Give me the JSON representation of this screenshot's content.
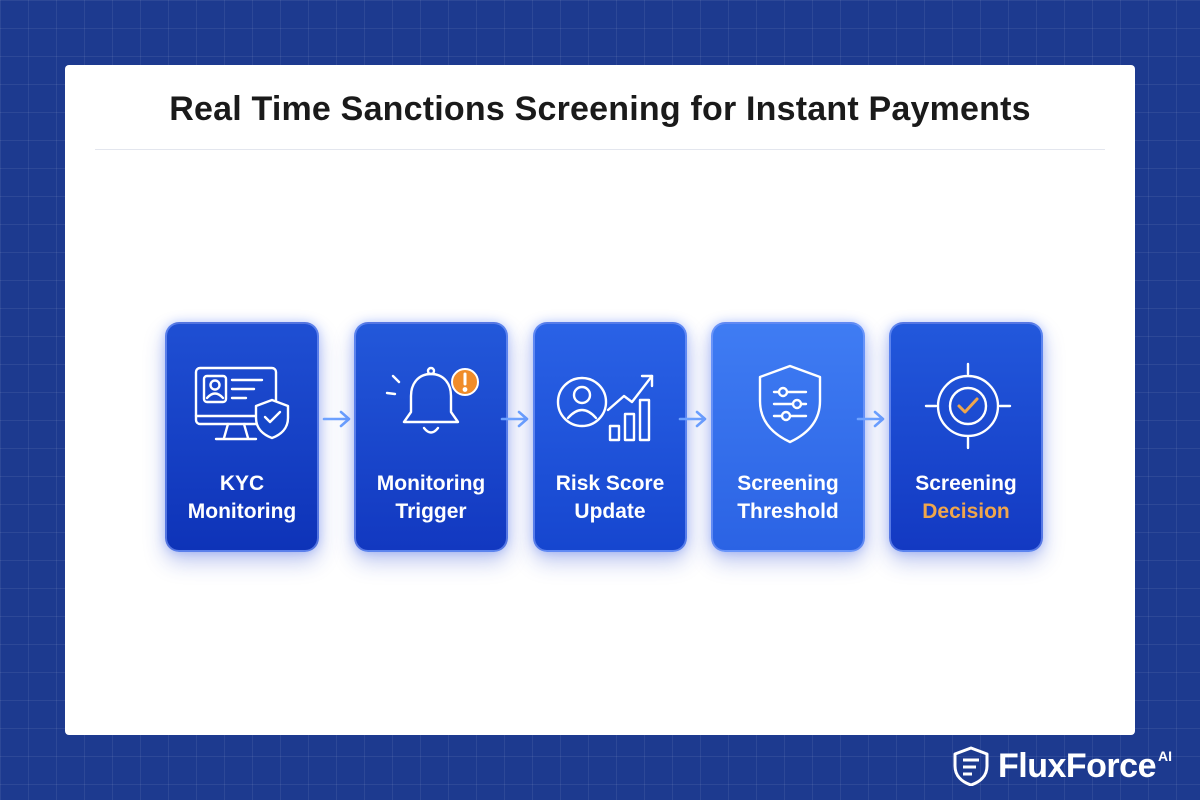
{
  "title": "Real Time Sanctions Screening for Instant Payments",
  "steps": [
    {
      "line1": "KYC",
      "line2": "Monitoring",
      "icon": "monitor-user-shield-icon"
    },
    {
      "line1": "Monitoring",
      "line2": "Trigger",
      "icon": "bell-alert-icon"
    },
    {
      "line1": "Risk Score",
      "line2": "Update",
      "icon": "user-growth-chart-icon"
    },
    {
      "line1": "Screening",
      "line2": "Threshold",
      "icon": "shield-sliders-icon"
    },
    {
      "line1": "Screening",
      "line2": "Decision",
      "icon": "target-check-icon"
    }
  ],
  "logo": {
    "name": "FluxForce",
    "suffix": "AI"
  },
  "colors": {
    "background": "#1d3a8f",
    "card": "#ffffff",
    "accent_orange": "#f0a64c",
    "arrow": "#6ea2ff"
  }
}
